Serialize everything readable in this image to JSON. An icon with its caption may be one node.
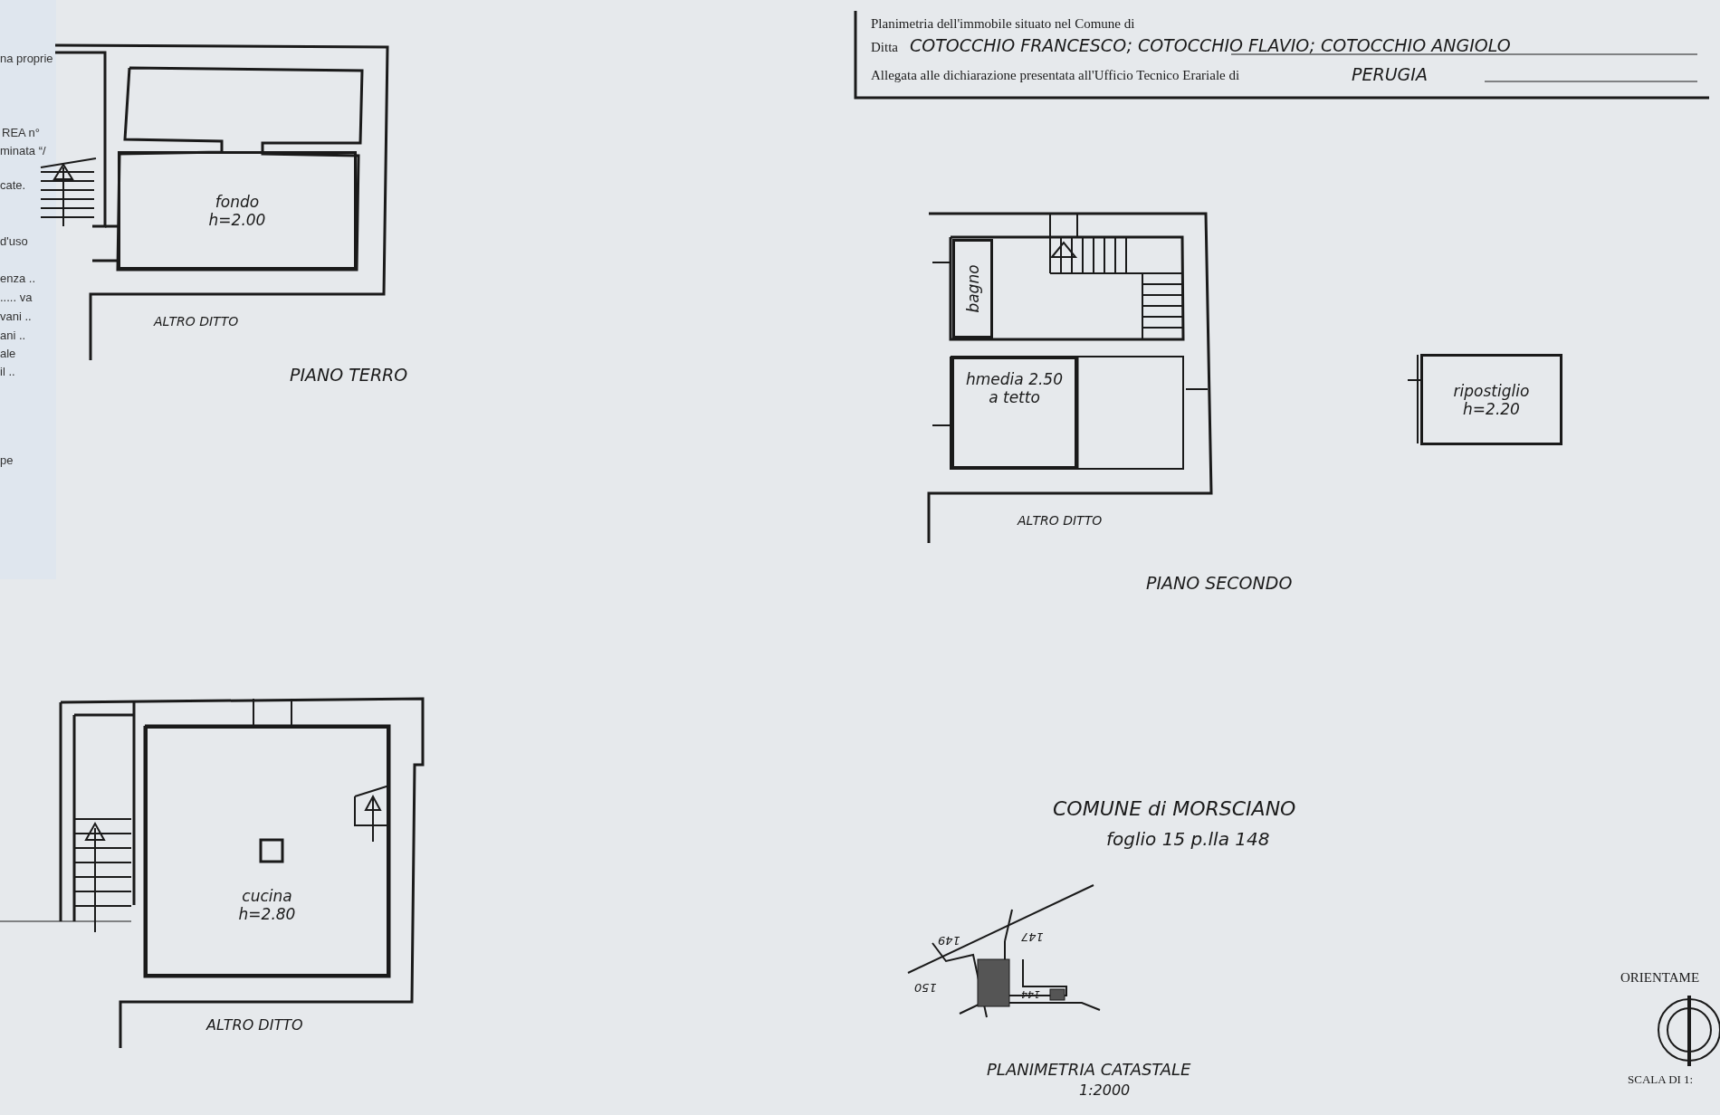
{
  "diagram": {
    "nodes": [
      {
        "text": [
          "fondo h=2.00"
        ]
      },
      {
        "text": [
          "bagno"
        ]
      },
      {
        "text": [
          "hmedia 2.50 a tetto"
        ]
      },
      {
        "text": [
          "ripostiglio h=2.20"
        ]
      },
      {
        "text": [
          "cucina h=2.80"
        ]
      }
    ],
    "labels": [
      "Planimetria dell'immobile situato nel Comune di",
      "Ditta",
      "COTOCCHIO FRANCESCO; COTOCCHIO FLAVIO; COTOCCHIO ANGIOLO",
      "Allegata alle dichiarazione presentata all'Ufficio Tecnico Erariale di",
      "PERUGIA",
      "na proprie",
      "REA n°",
      "minata “/",
      "cate.",
      "d'uso",
      "enza ..",
      "..... va",
      "vani ..",
      "ani ..",
      "ale",
      "il ..",
      "pe",
      "ALTRO DITTO",
      "PIANO TERRO",
      "ALTRO DITTO",
      "PIANO SECONDO",
      "COMUNE di MORSCIANO",
      "foglio 15 p.lla 148",
      "149",
      "147",
      "150",
      "144",
      "ALTRO DITTO",
      "ORIENTAME",
      "PLANIMETRIA CATASTALE",
      "1:2000",
      "SCALA DI 1:"
    ]
  }
}
